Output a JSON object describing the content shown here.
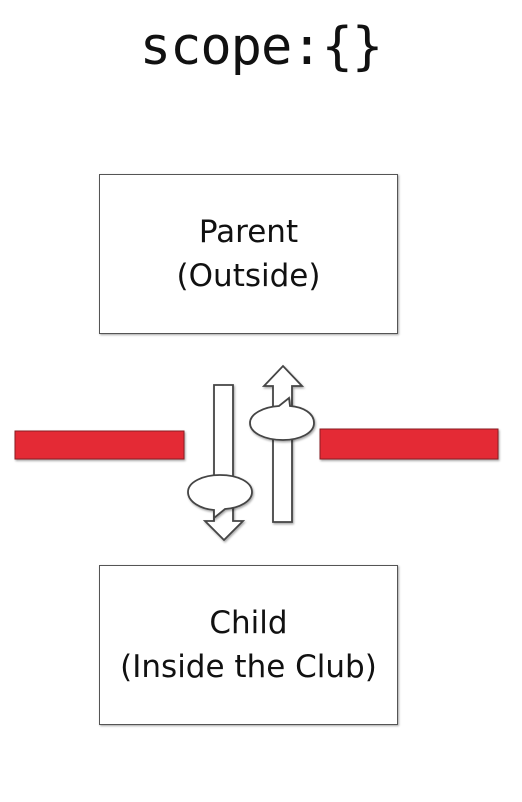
{
  "title": "scope:{}",
  "parent_box": {
    "line1": "Parent",
    "line2": "(Outside)"
  },
  "child_box": {
    "line1": "Child",
    "line2": "(Inside the Club)"
  },
  "colors": {
    "barrier": "#e42b35",
    "barrier_border": "#8a1c22",
    "box_border": "#555555",
    "arrow_stroke": "#444444"
  },
  "icons": {
    "down_arrow": "down-arrow-icon",
    "up_arrow": "up-arrow-icon",
    "speech_bubble": "speech-bubble-icon"
  }
}
